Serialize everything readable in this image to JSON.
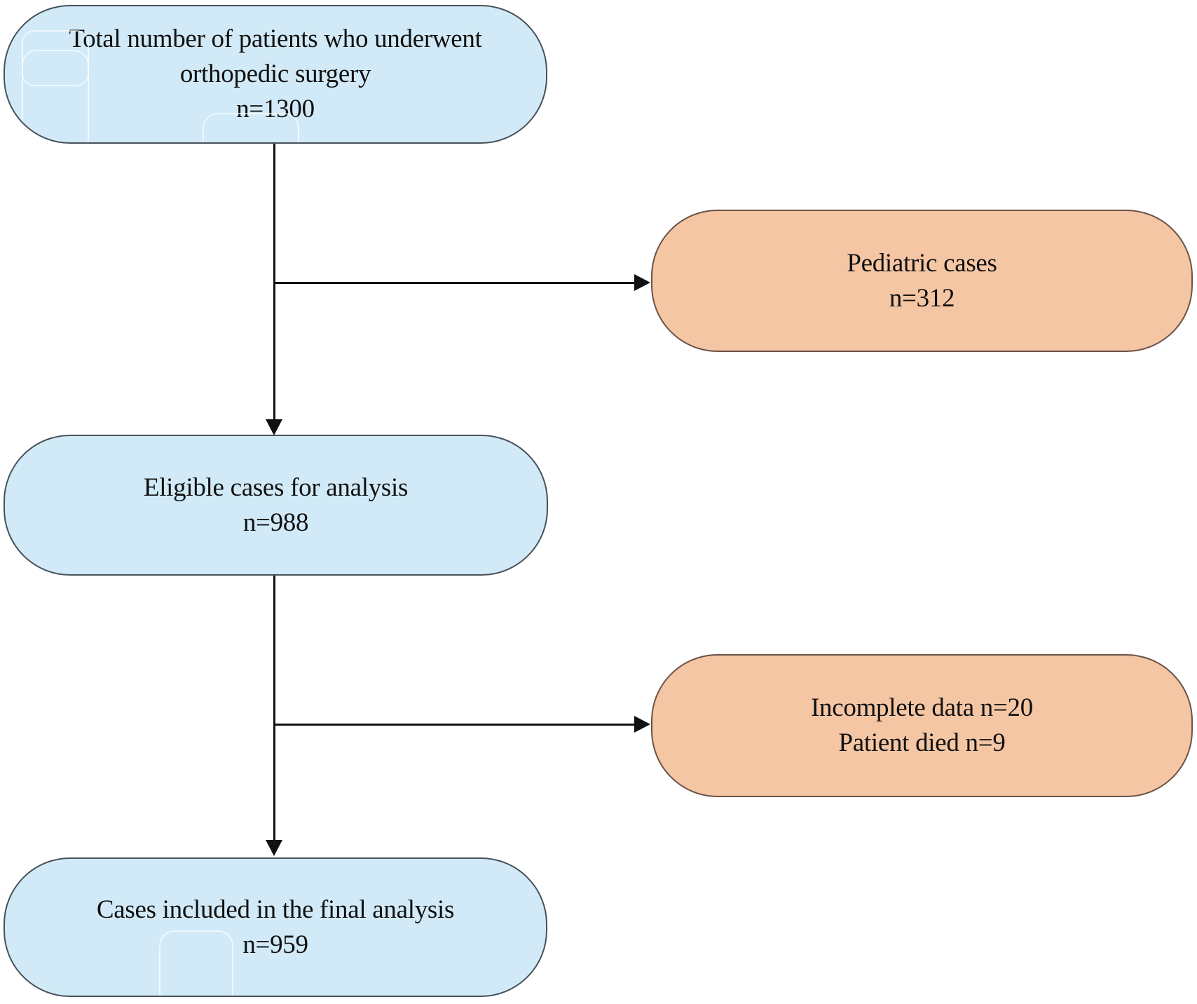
{
  "palette": {
    "background": "#ffffff",
    "included_box_fill": "#d2eaf7",
    "included_box_border": "#46525a",
    "excluded_box_fill": "#f5c6a4",
    "excluded_box_border": "#6a5247",
    "connector_color": "#111111",
    "text_color": "#111111"
  },
  "diagram": {
    "type": "flowchart",
    "direction": "top-down",
    "nodes": [
      {
        "id": "total-patients",
        "category": "included",
        "lines": [
          "Total number of patients who underwent",
          "orthopedic surgery",
          "n=1300"
        ],
        "count": 1300
      },
      {
        "id": "pediatric-excluded",
        "category": "excluded",
        "lines": [
          "Pediatric cases",
          "n=312"
        ],
        "count": 312
      },
      {
        "id": "eligible-cases",
        "category": "included",
        "lines": [
          "Eligible cases for analysis",
          "n=988"
        ],
        "count": 988
      },
      {
        "id": "incomplete-died-excluded",
        "category": "excluded",
        "lines": [
          "Incomplete data n=20",
          "Patient died n=9"
        ],
        "counts": {
          "incomplete_data": 20,
          "patient_died": 9
        }
      },
      {
        "id": "final-analysis",
        "category": "included",
        "lines": [
          "Cases included in the final analysis",
          "n=959"
        ],
        "count": 959
      }
    ],
    "edges": [
      {
        "from": "total-patients",
        "to": "eligible-cases",
        "style": "vertical-arrow"
      },
      {
        "from": "total-patients",
        "to": "pediatric-excluded",
        "style": "horizontal-branch-arrow"
      },
      {
        "from": "eligible-cases",
        "to": "final-analysis",
        "style": "vertical-arrow"
      },
      {
        "from": "eligible-cases",
        "to": "incomplete-died-excluded",
        "style": "horizontal-branch-arrow"
      }
    ]
  }
}
